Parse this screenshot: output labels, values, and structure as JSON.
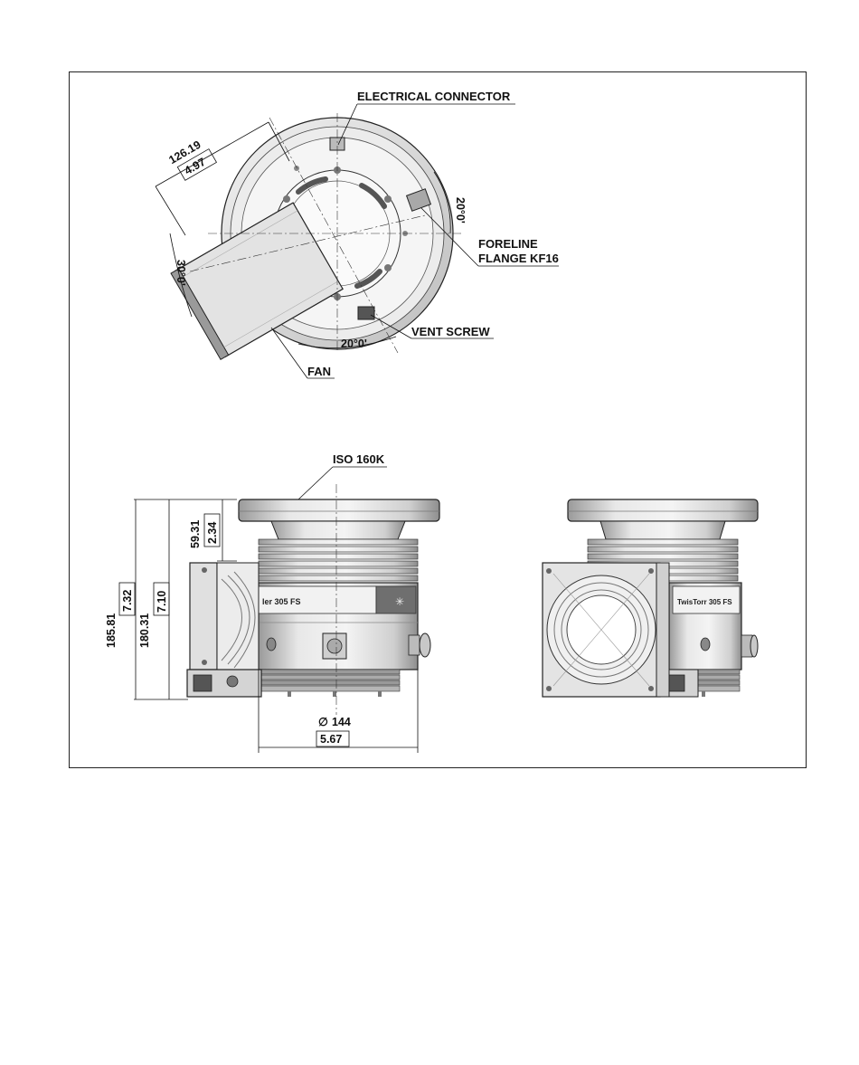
{
  "labels": {
    "electrical_connector": "ELECTRICAL CONNECTOR",
    "foreline_line1": "FORELINE",
    "foreline_line2": "FLANGE KF16",
    "vent_screw": "VENT SCREW",
    "fan": "FAN",
    "inlet_flange": "ISO 160K",
    "side_plate_left": "ler 305 FS",
    "side_plate_right": "TwisTorr 305 FS"
  },
  "dimensions": {
    "fan_length_mm": "126.19",
    "fan_length_in": "4.97",
    "fan_angle": "30°0'",
    "foreline_angle": "20°0'",
    "vent_angle": "20°0'",
    "flange_height_mm": "59.31",
    "flange_height_in": "2.34",
    "total_height_mm": "185.81",
    "total_height_in": "7.32",
    "body_height_mm": "180.31",
    "body_height_in": "7.10",
    "diameter_symbol": "∅",
    "diameter_mm": "144",
    "diameter_in": "5.67"
  },
  "colors": {
    "line": "#111111",
    "body_light": "#e6e6e6",
    "body_mid": "#c8c8c8",
    "body_dark": "#8a8a8a",
    "panel_dark": "#777777"
  }
}
